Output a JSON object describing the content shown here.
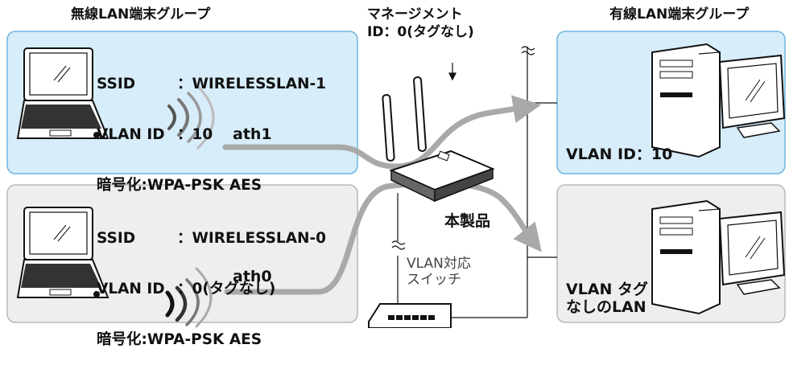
{
  "wireless_group": {
    "title": "無線LAN端末グループ",
    "terminal_1": {
      "ssid_label": "SSID",
      "ssid_value": "：WIRELESSLAN-1",
      "vlan_label": "VLAN ID",
      "vlan_value": "：10",
      "enc_label": "暗号化",
      "enc_value": ":WPA-PSK AES",
      "interface": "ath1"
    },
    "terminal_0": {
      "ssid_label": "SSID",
      "ssid_value": "：WIRELESSLAN-0",
      "vlan_label": "VLAN ID",
      "vlan_value": "：0(タグなし)",
      "enc_label": "暗号化",
      "enc_value": ":WPA-PSK AES",
      "interface": "ath0"
    }
  },
  "management": {
    "line1": "マネージメント",
    "line2": "ID：0(タグなし)"
  },
  "product_label": "本製品",
  "switch": {
    "line1": "VLAN対応",
    "line2": "スイッチ"
  },
  "wired_group": {
    "title": "有線LAN端末グループ",
    "pc_tagged_label": "VLAN ID：10",
    "pc_untagged_line1": "VLAN タグ",
    "pc_untagged_line2": "なしのLAN"
  },
  "colors": {
    "blue_panel": "#d7edf9",
    "blue_border": "#6fb6dd",
    "gray_panel": "#eeeeee",
    "gray_border": "#b8b8b8",
    "signal_path": "#a9a9a9"
  }
}
